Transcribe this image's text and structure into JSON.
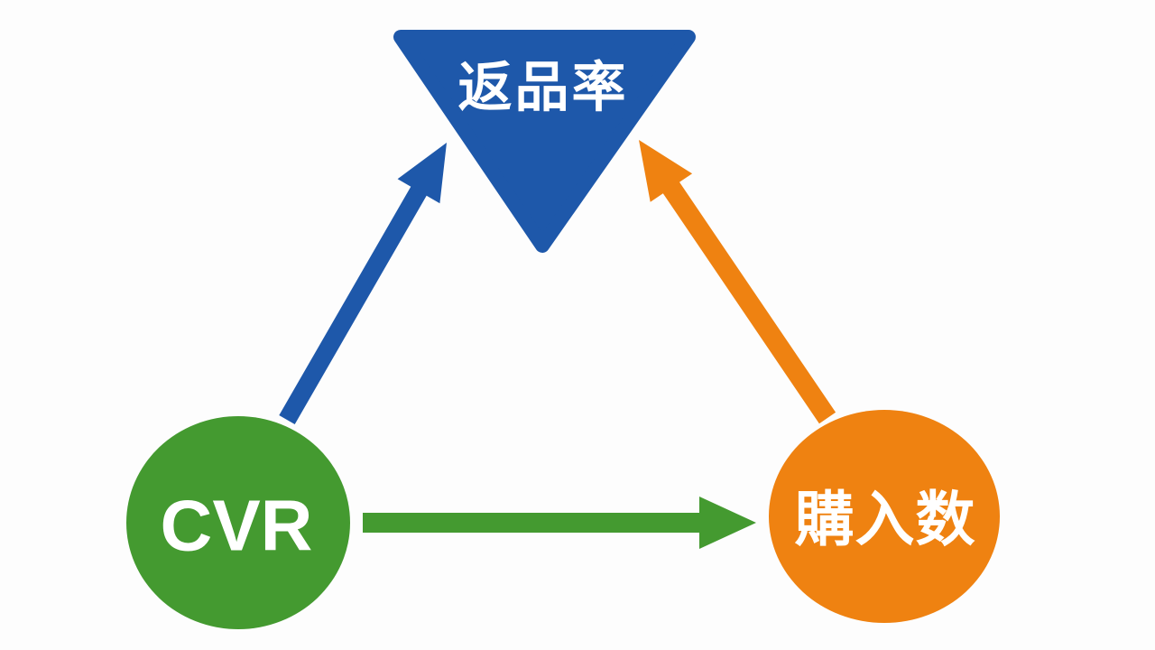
{
  "diagram": {
    "background_color": "#fdfdfd",
    "label_text_color": "#ffffff",
    "colors": {
      "blue": "#1e58aa",
      "green": "#449a30",
      "orange": "#ef8211"
    },
    "nodes": {
      "return_rate": {
        "label": "返品率",
        "shape": "inverted-triangle",
        "color": "#1e58aa",
        "position": "top-center"
      },
      "cvr": {
        "label": "CVR",
        "shape": "ellipse",
        "color": "#449a30",
        "position": "bottom-left"
      },
      "purchases": {
        "label": "購入数",
        "shape": "ellipse",
        "color": "#ef8211",
        "position": "bottom-right"
      }
    },
    "edges": [
      {
        "from": "cvr",
        "to": "return_rate",
        "color": "#1e58aa",
        "style": "straight-arrow",
        "direction": "up-right"
      },
      {
        "from": "purchases",
        "to": "return_rate",
        "color": "#ef8211",
        "style": "straight-arrow",
        "direction": "up-left"
      },
      {
        "from": "cvr",
        "to": "purchases",
        "color": "#449a30",
        "style": "straight-arrow",
        "direction": "right"
      }
    ]
  }
}
